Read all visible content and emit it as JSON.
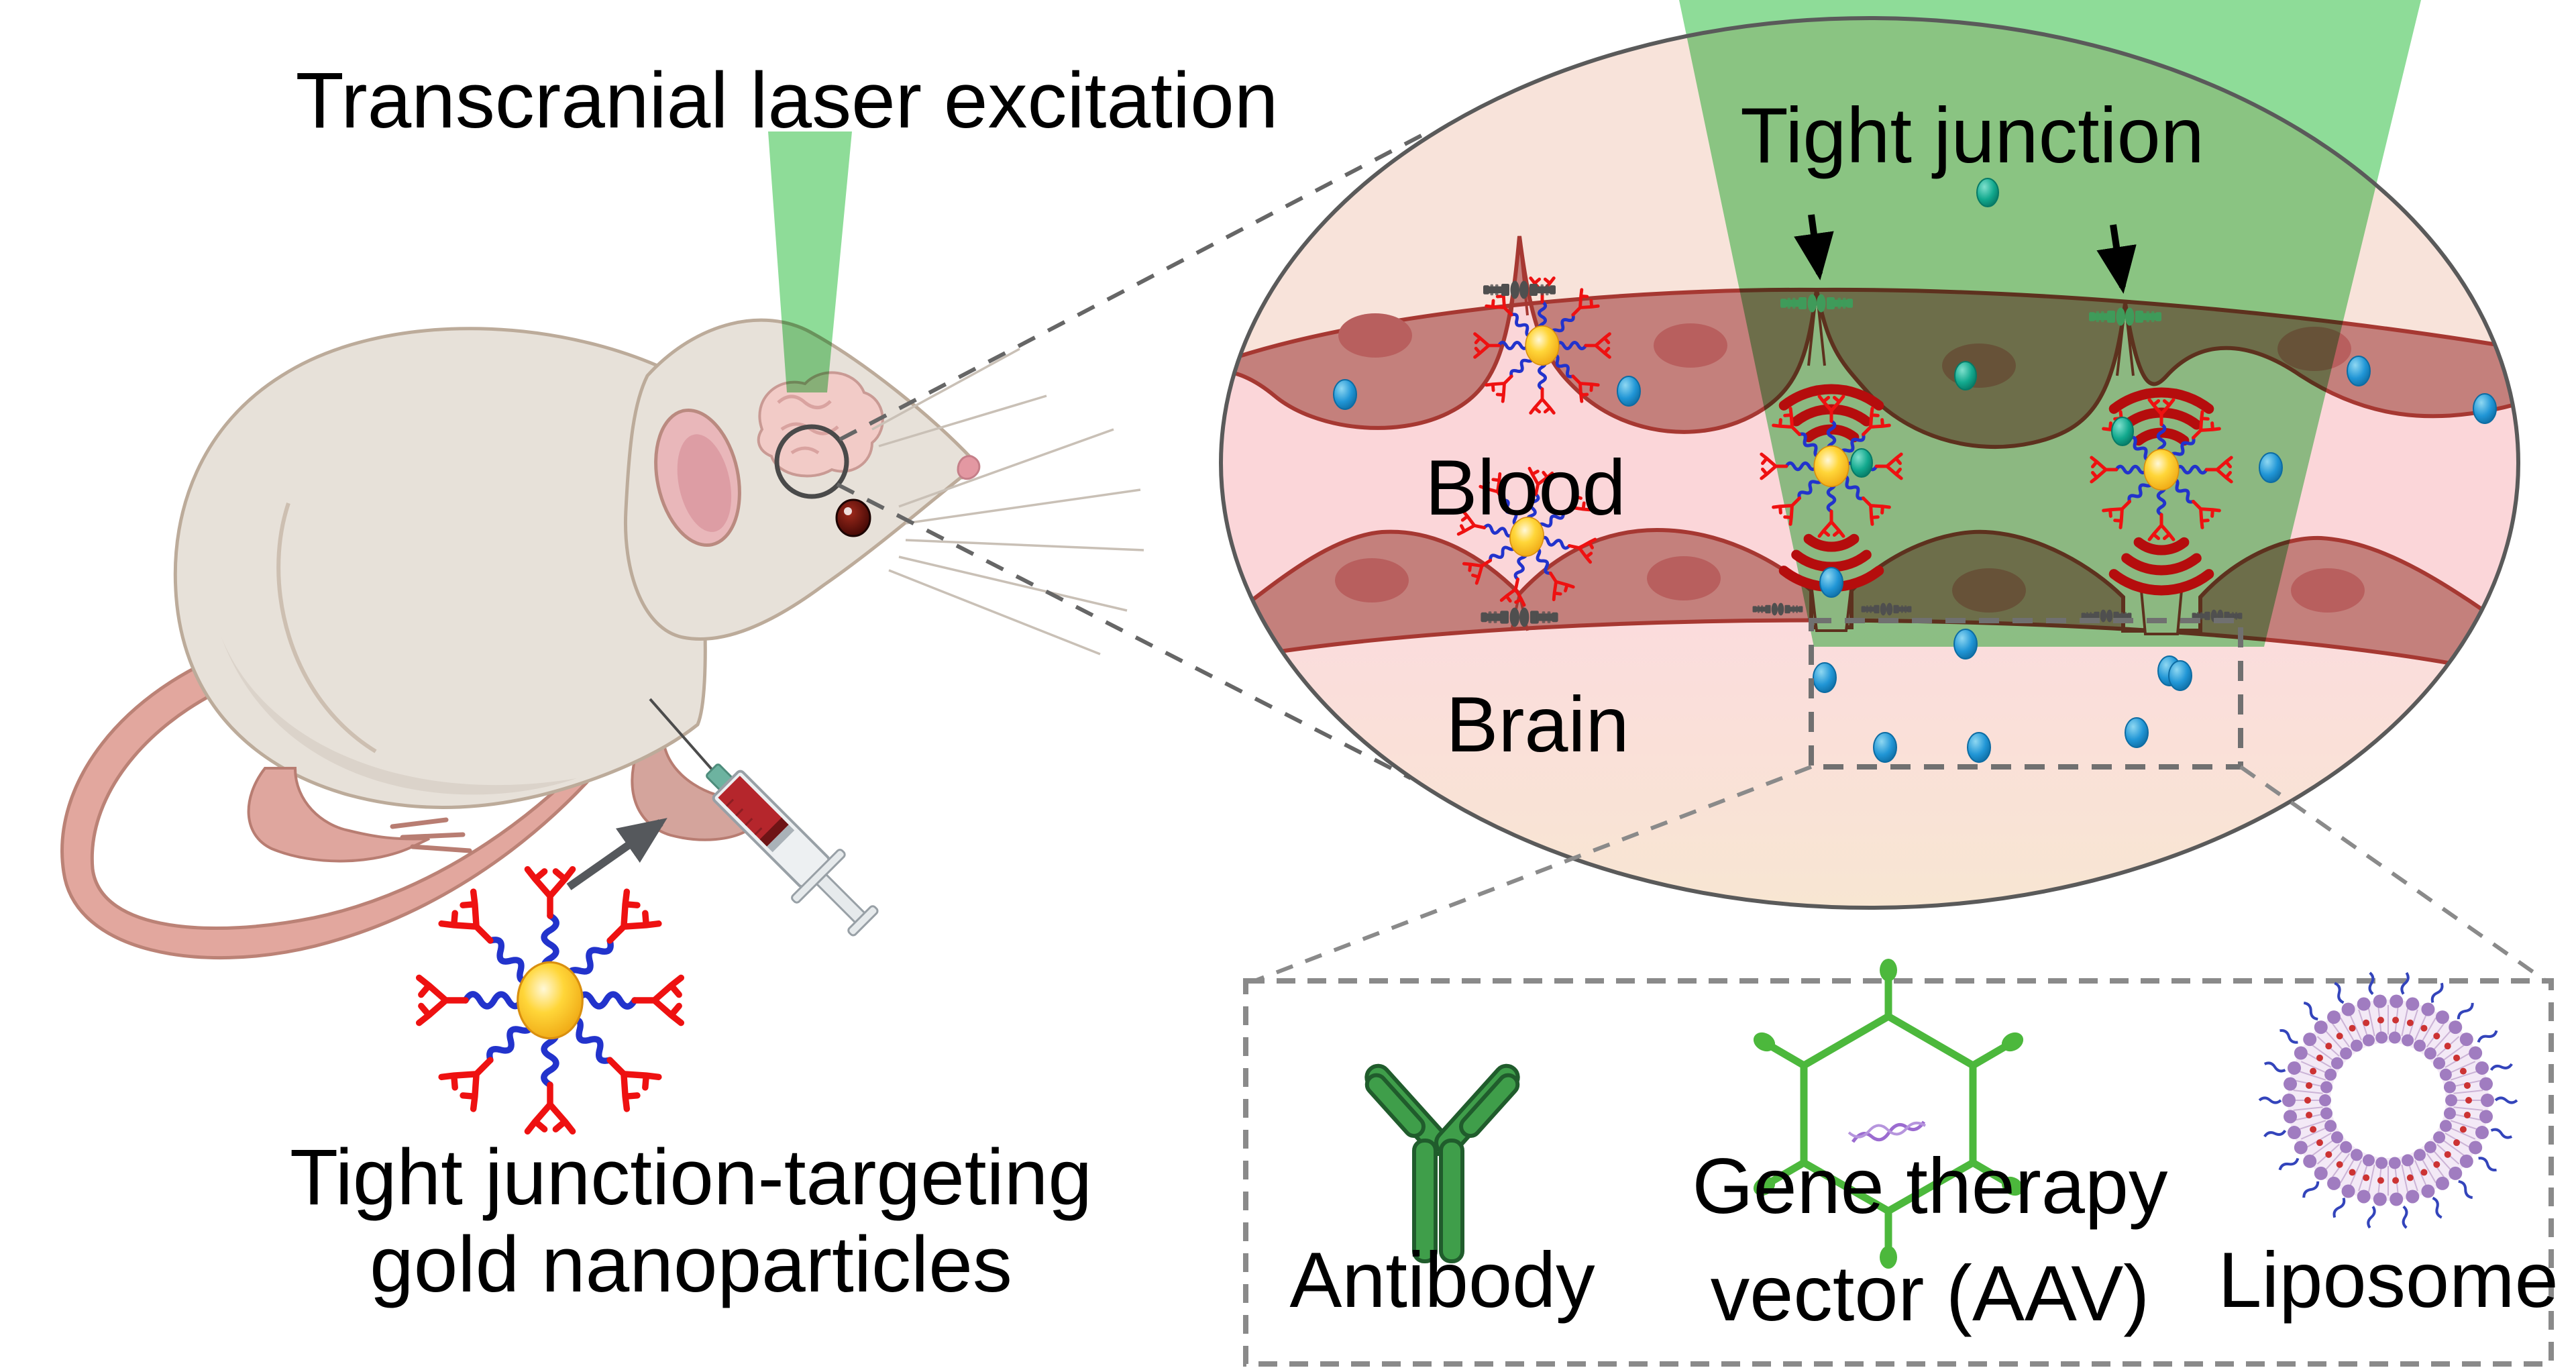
{
  "title": "Transcranial laser excitation",
  "oval": {
    "tight_junction": "Tight junction",
    "blood": "Blood",
    "brain": "Brain"
  },
  "injection_caption": {
    "line1": "Tight junction-targeting",
    "line2": "gold nanoparticles"
  },
  "legend": {
    "antibody_label": "Antibody",
    "gene_therapy_line1": "Gene therapy",
    "gene_therapy_line2": "vector (AAV)",
    "liposome_label": "Liposome"
  },
  "icons": [
    "laser-beam-icon",
    "mouse-icon",
    "syringe-icon",
    "gold-nanoparticle-icon",
    "tight-junction-bolt-icon",
    "heat-wave-icon",
    "molecule-dot-icon",
    "antibody-icon",
    "aav-vector-icon",
    "liposome-icon",
    "magnifier-circle-icon",
    "arrow-icon"
  ],
  "colors": {
    "laser_green": "#8edc98",
    "blood_bg": "#fbd6d9",
    "oval_top_bg": "#f8e3da",
    "brain_top": "#fbdcdd",
    "brain_bottom": "#f8e6d2",
    "vessel_fill": "#c4807c",
    "vessel_line": "#a63832",
    "nucleus": "#b85f5e",
    "bolt_gray": "#4f4f4f",
    "bolt_green": "#3f9b5a",
    "gold": "#f5b81c",
    "peg_blue": "#2233cc",
    "antibody_red": "#ee1111",
    "wifi_red": "#b50d0d",
    "dot_blue": "#2196d6",
    "dot_teal": "#12a98e",
    "antibody_green": "#3f9e4a",
    "aav_green": "#4cb83c",
    "dna_purple": "#9b6bd0",
    "lipo_purple": "#a07cc0",
    "lipo_red": "#cc3333",
    "lipo_blue": "#3344bb",
    "mouse_body": "#e7e1d9",
    "tail_pink": "#e2a79e",
    "syringe_red": "#b5262c"
  }
}
